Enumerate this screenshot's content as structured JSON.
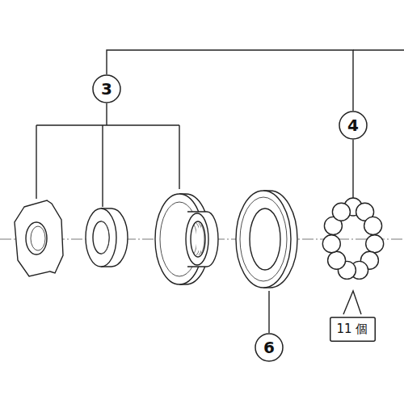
{
  "diagram": {
    "nodes": [
      {
        "text": [
          "3"
        ]
      },
      {
        "text": [
          "4"
        ]
      },
      {
        "text": [
          "6"
        ]
      },
      {
        "text": [
          "11 個"
        ]
      }
    ],
    "edges": [
      {
        "from": 0,
        "to": 1,
        "arrow": "none"
      }
    ]
  }
}
